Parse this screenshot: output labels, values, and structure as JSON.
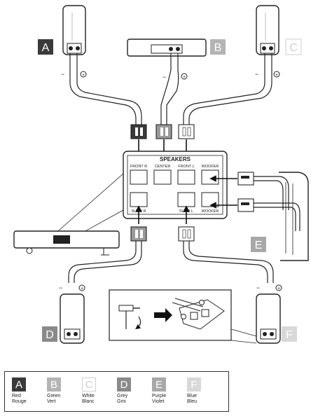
{
  "speaker_labels": {
    "a": "A",
    "b": "B",
    "c": "C",
    "d": "D",
    "e": "E",
    "f": "F"
  },
  "panel": {
    "title": "SPEAKERS",
    "port_front_r": "FRONT R",
    "port_center": "CENTER",
    "port_front_l": "FRONT L",
    "port_woofer_top": "WOOFER",
    "port_surr_r": "SURR R",
    "port_surr_l": "SURR L",
    "port_woofer_bottom": "WOOFER"
  },
  "polarity": {
    "minus": "−",
    "plus": "+"
  },
  "legend": [
    {
      "letter": "A",
      "line1": "Red",
      "line2": "Rouge",
      "color": "#3a3a3a",
      "text_color": "#ffffff"
    },
    {
      "letter": "B",
      "line1": "Green",
      "line2": "Vert",
      "color": "#b4b4b4",
      "text_color": "#ffffff"
    },
    {
      "letter": "C",
      "line1": "White",
      "line2": "Blanc",
      "color": "#ffffff",
      "text_color": "#cfcfcf"
    },
    {
      "letter": "D",
      "line1": "Grey",
      "line2": "Gris",
      "color": "#8a8a8a",
      "text_color": "#ffffff"
    },
    {
      "letter": "E",
      "line1": "Purple",
      "line2": "Violet",
      "color": "#a8a8a8",
      "text_color": "#ffffff"
    },
    {
      "letter": "F",
      "line1": "Blue",
      "line2": "Bleu",
      "color": "#d8d8d8",
      "text_color": "#ffffff"
    }
  ]
}
